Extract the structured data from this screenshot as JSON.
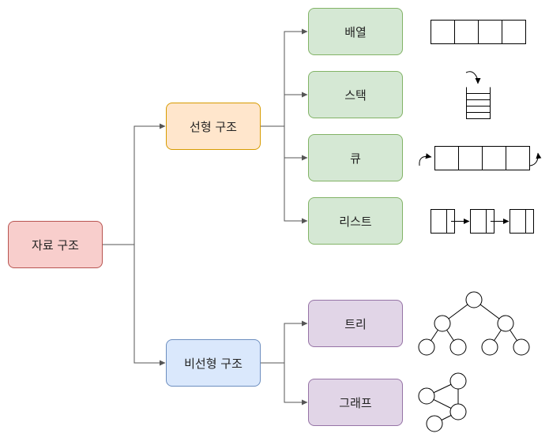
{
  "diagram": {
    "root": {
      "label": "자료 구조"
    },
    "linear": {
      "label": "선형 구조",
      "children": [
        {
          "label": "배열",
          "icon": "array-icon"
        },
        {
          "label": "스택",
          "icon": "stack-icon"
        },
        {
          "label": "큐",
          "icon": "queue-icon"
        },
        {
          "label": "리스트",
          "icon": "linked-list-icon"
        }
      ]
    },
    "nonlinear": {
      "label": "비선형 구조",
      "children": [
        {
          "label": "트리",
          "icon": "tree-icon"
        },
        {
          "label": "그래프",
          "icon": "graph-icon"
        }
      ]
    },
    "colors": {
      "root_fill": "#f8cecc",
      "root_stroke": "#b85450",
      "linear_fill": "#ffe6cc",
      "linear_stroke": "#d79b00",
      "nonlinear_fill": "#dae8fc",
      "nonlinear_stroke": "#6c8ebf",
      "linear_child_fill": "#d5e8d4",
      "linear_child_stroke": "#82b366",
      "nonlinear_child_fill": "#e1d5e7",
      "nonlinear_child_stroke": "#9673a6",
      "connector": "#555555"
    }
  }
}
